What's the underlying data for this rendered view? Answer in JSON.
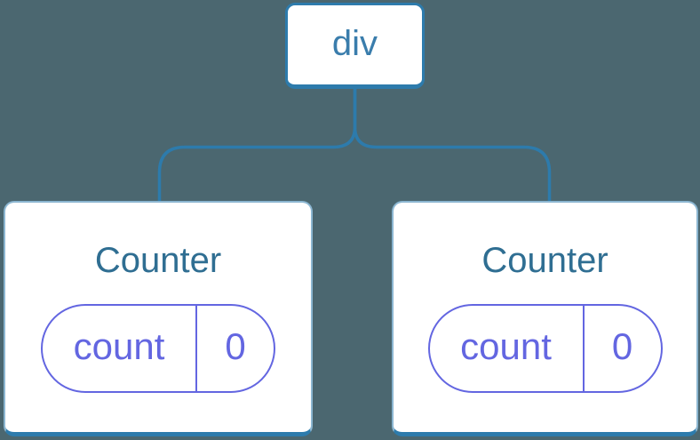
{
  "tree": {
    "root": {
      "label": "div"
    },
    "children": [
      {
        "title": "Counter",
        "state": {
          "key": "count",
          "value": "0"
        }
      },
      {
        "title": "Counter",
        "state": {
          "key": "count",
          "value": "0"
        }
      }
    ]
  },
  "colors": {
    "background_slate": "#4b6770",
    "connector_blue": "#2d7bac",
    "root_label_blue": "#3a7dac",
    "component_title_blue": "#2f6e92",
    "state_indigo": "#6366e1",
    "card_background": "#ffffff"
  }
}
